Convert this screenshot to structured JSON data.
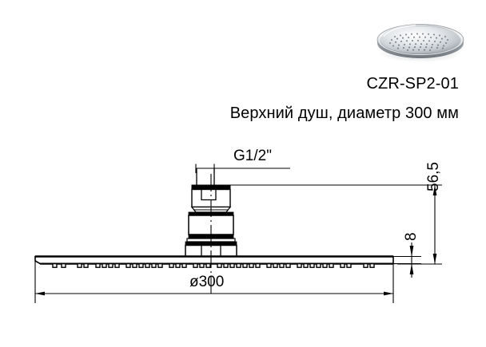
{
  "product": {
    "photo_alt": "shower-head-chrome-photo",
    "model_code": "CZR-SP2-01",
    "description": "Верхний душ, диаметр 300 мм"
  },
  "drawing": {
    "thread_label": "G1/2\"",
    "diameter_label": "ø300",
    "height_label": "56,5",
    "thickness_label": "8",
    "colors": {
      "line": "#000000",
      "chrome_light": "#f2f4f6",
      "chrome_mid": "#b9bfc4",
      "chrome_dark": "#6e757b"
    }
  }
}
